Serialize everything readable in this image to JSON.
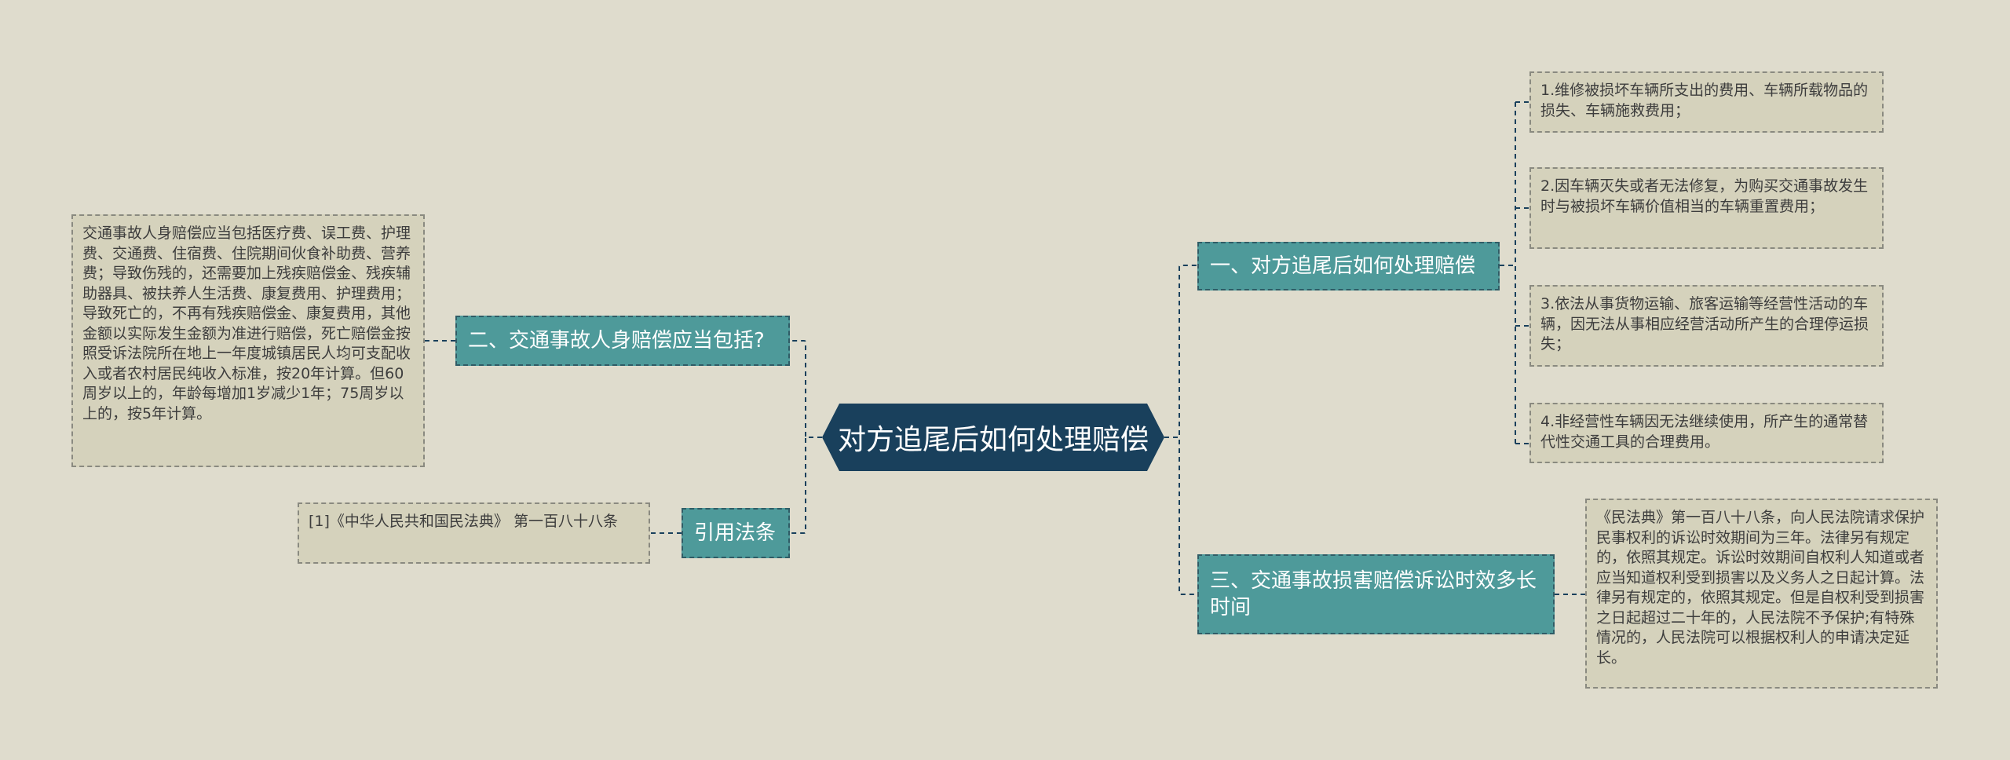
{
  "root": {
    "label": "对方追尾后如何处理赔偿"
  },
  "branches": {
    "b1": {
      "label": "一、对方追尾后如何处理赔偿",
      "items": [
        "1.维修被损坏车辆所支出的费用、车辆所载物品的损失、车辆施救费用；",
        "2.因车辆灭失或者无法修复，为购买交通事故发生时与被损坏车辆价值相当的车辆重置费用；",
        "3.依法从事货物运输、旅客运输等经营性活动的车辆，因无法从事相应经营活动所产生的合理停运损失；",
        "4.非经营性车辆因无法继续使用，所产生的通常替代性交通工具的合理费用。"
      ]
    },
    "b2": {
      "label": "二、交通事故人身赔偿应当包括?",
      "text": "交通事故人身赔偿应当包括医疗费、误工费、护理费、交通费、住宿费、住院期间伙食补助费、营养费；导致伤残的，还需要加上残疾赔偿金、残疾辅助器具、被扶养人生活费、康复费用、护理费用；导致死亡的，不再有残疾赔偿金、康复费用，其他金额以实际发生金额为准进行赔偿，死亡赔偿金按照受诉法院所在地上一年度城镇居民人均可支配收入或者农村居民纯收入标准，按20年计算。但60周岁以上的，年龄每增加1岁减少1年；75周岁以上的，按5年计算。"
    },
    "b3": {
      "label": "三、交通事故损害赔偿诉讼时效多长时间",
      "text": "《民法典》第一百八十八条，向人民法院请求保护民事权利的诉讼时效期间为三年。法律另有规定的，依照其规定。诉讼时效期间自权利人知道或者应当知道权利受到损害以及义务人之日起计算。法律另有规定的，依照其规定。但是自权利受到损害之日起超过二十年的，人民法院不予保护;有特殊情况的，人民法院可以根据权利人的申请决定延长。"
    },
    "b4": {
      "label": "引用法条",
      "text": "[1]《中华人民共和国民法典》 第一百八十八条"
    }
  },
  "colors": {
    "background": "#dfdccd",
    "root_fill": "#19405c",
    "branch_fill": "#4e9a9a",
    "leaf_fill": "#d5d2bc",
    "connector": "#19405c"
  }
}
